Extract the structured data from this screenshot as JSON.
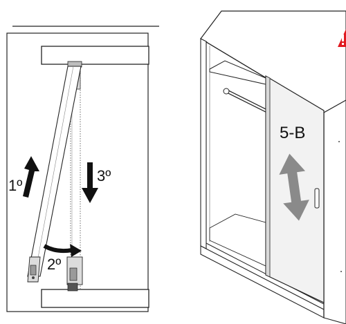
{
  "left_panel": {
    "steps": [
      {
        "label": "1º"
      },
      {
        "label": "3º"
      },
      {
        "label": "2º"
      }
    ]
  },
  "right_panel": {
    "door_code": "5-B",
    "warning_icon": "warning-triangle-icon"
  },
  "colors": {
    "line": "#222222",
    "door_face": "#f2f2f2",
    "door_edge": "#d9d9d9",
    "arrow_fill": "#111111",
    "gray_arrow": "#8a8a8a",
    "warning_red": "#e0191f"
  }
}
